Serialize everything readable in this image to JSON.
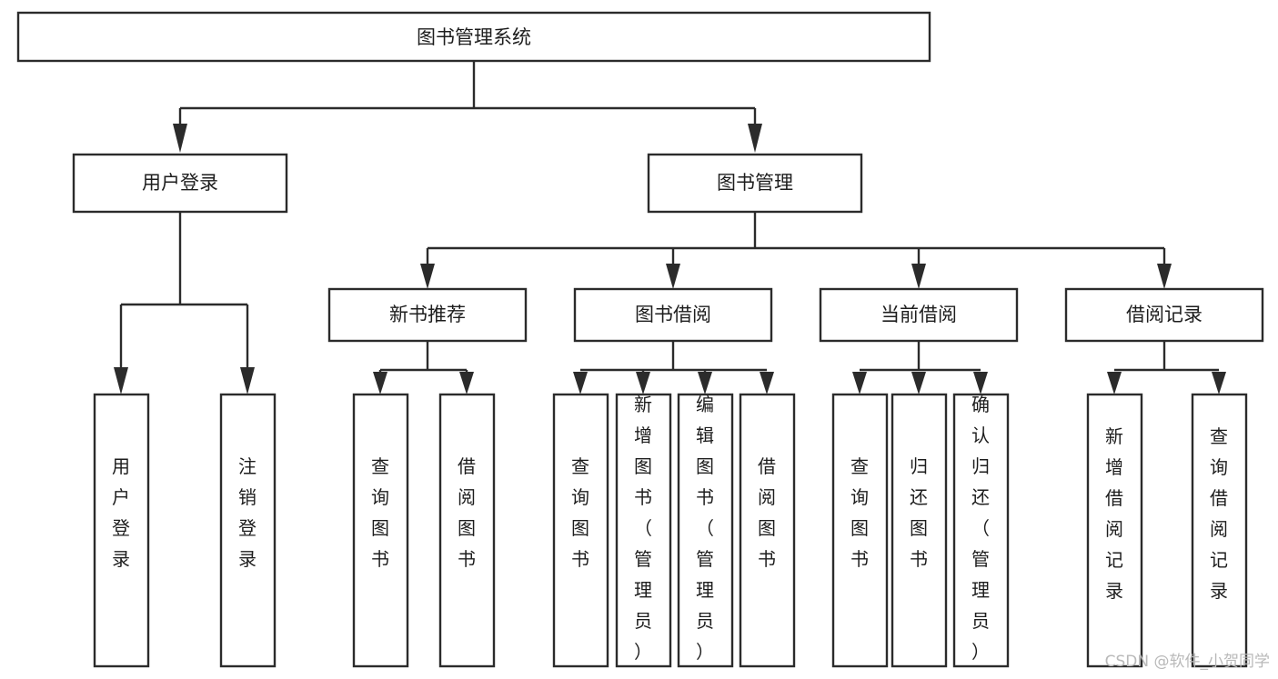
{
  "diagram": {
    "title": "图书管理系统",
    "type": "tree-hierarchy",
    "watermark": "CSDN @软件_小贺同学",
    "levels": {
      "root": {
        "label": "图书管理系统"
      },
      "level2": [
        {
          "label": "用户登录"
        },
        {
          "label": "图书管理"
        }
      ],
      "level3": [
        {
          "label": "新书推荐"
        },
        {
          "label": "图书借阅"
        },
        {
          "label": "当前借阅"
        },
        {
          "label": "借阅记录"
        }
      ],
      "leaves": {
        "user_login": [
          {
            "label": "用户登录"
          },
          {
            "label": "注销登录"
          }
        ],
        "new_book_recommend": [
          {
            "label": "查询图书"
          },
          {
            "label": "借阅图书"
          }
        ],
        "book_borrow": [
          {
            "label": "查询图书"
          },
          {
            "label": "新增图书（管理员）"
          },
          {
            "label": "编辑图书（管理员）"
          },
          {
            "label": "借阅图书"
          }
        ],
        "current_borrow": [
          {
            "label": "查询图书"
          },
          {
            "label": "归还图书"
          },
          {
            "label": "确认归还（管理员）"
          }
        ],
        "borrow_record": [
          {
            "label": "新增借阅记录"
          },
          {
            "label": "查询借阅记录"
          }
        ]
      }
    },
    "colors": {
      "box_stroke": "#2b2b2b",
      "box_fill": "#ffffff",
      "text": "#1d1d1d",
      "background": "#ffffff",
      "watermark": "#b9b9b9"
    }
  }
}
